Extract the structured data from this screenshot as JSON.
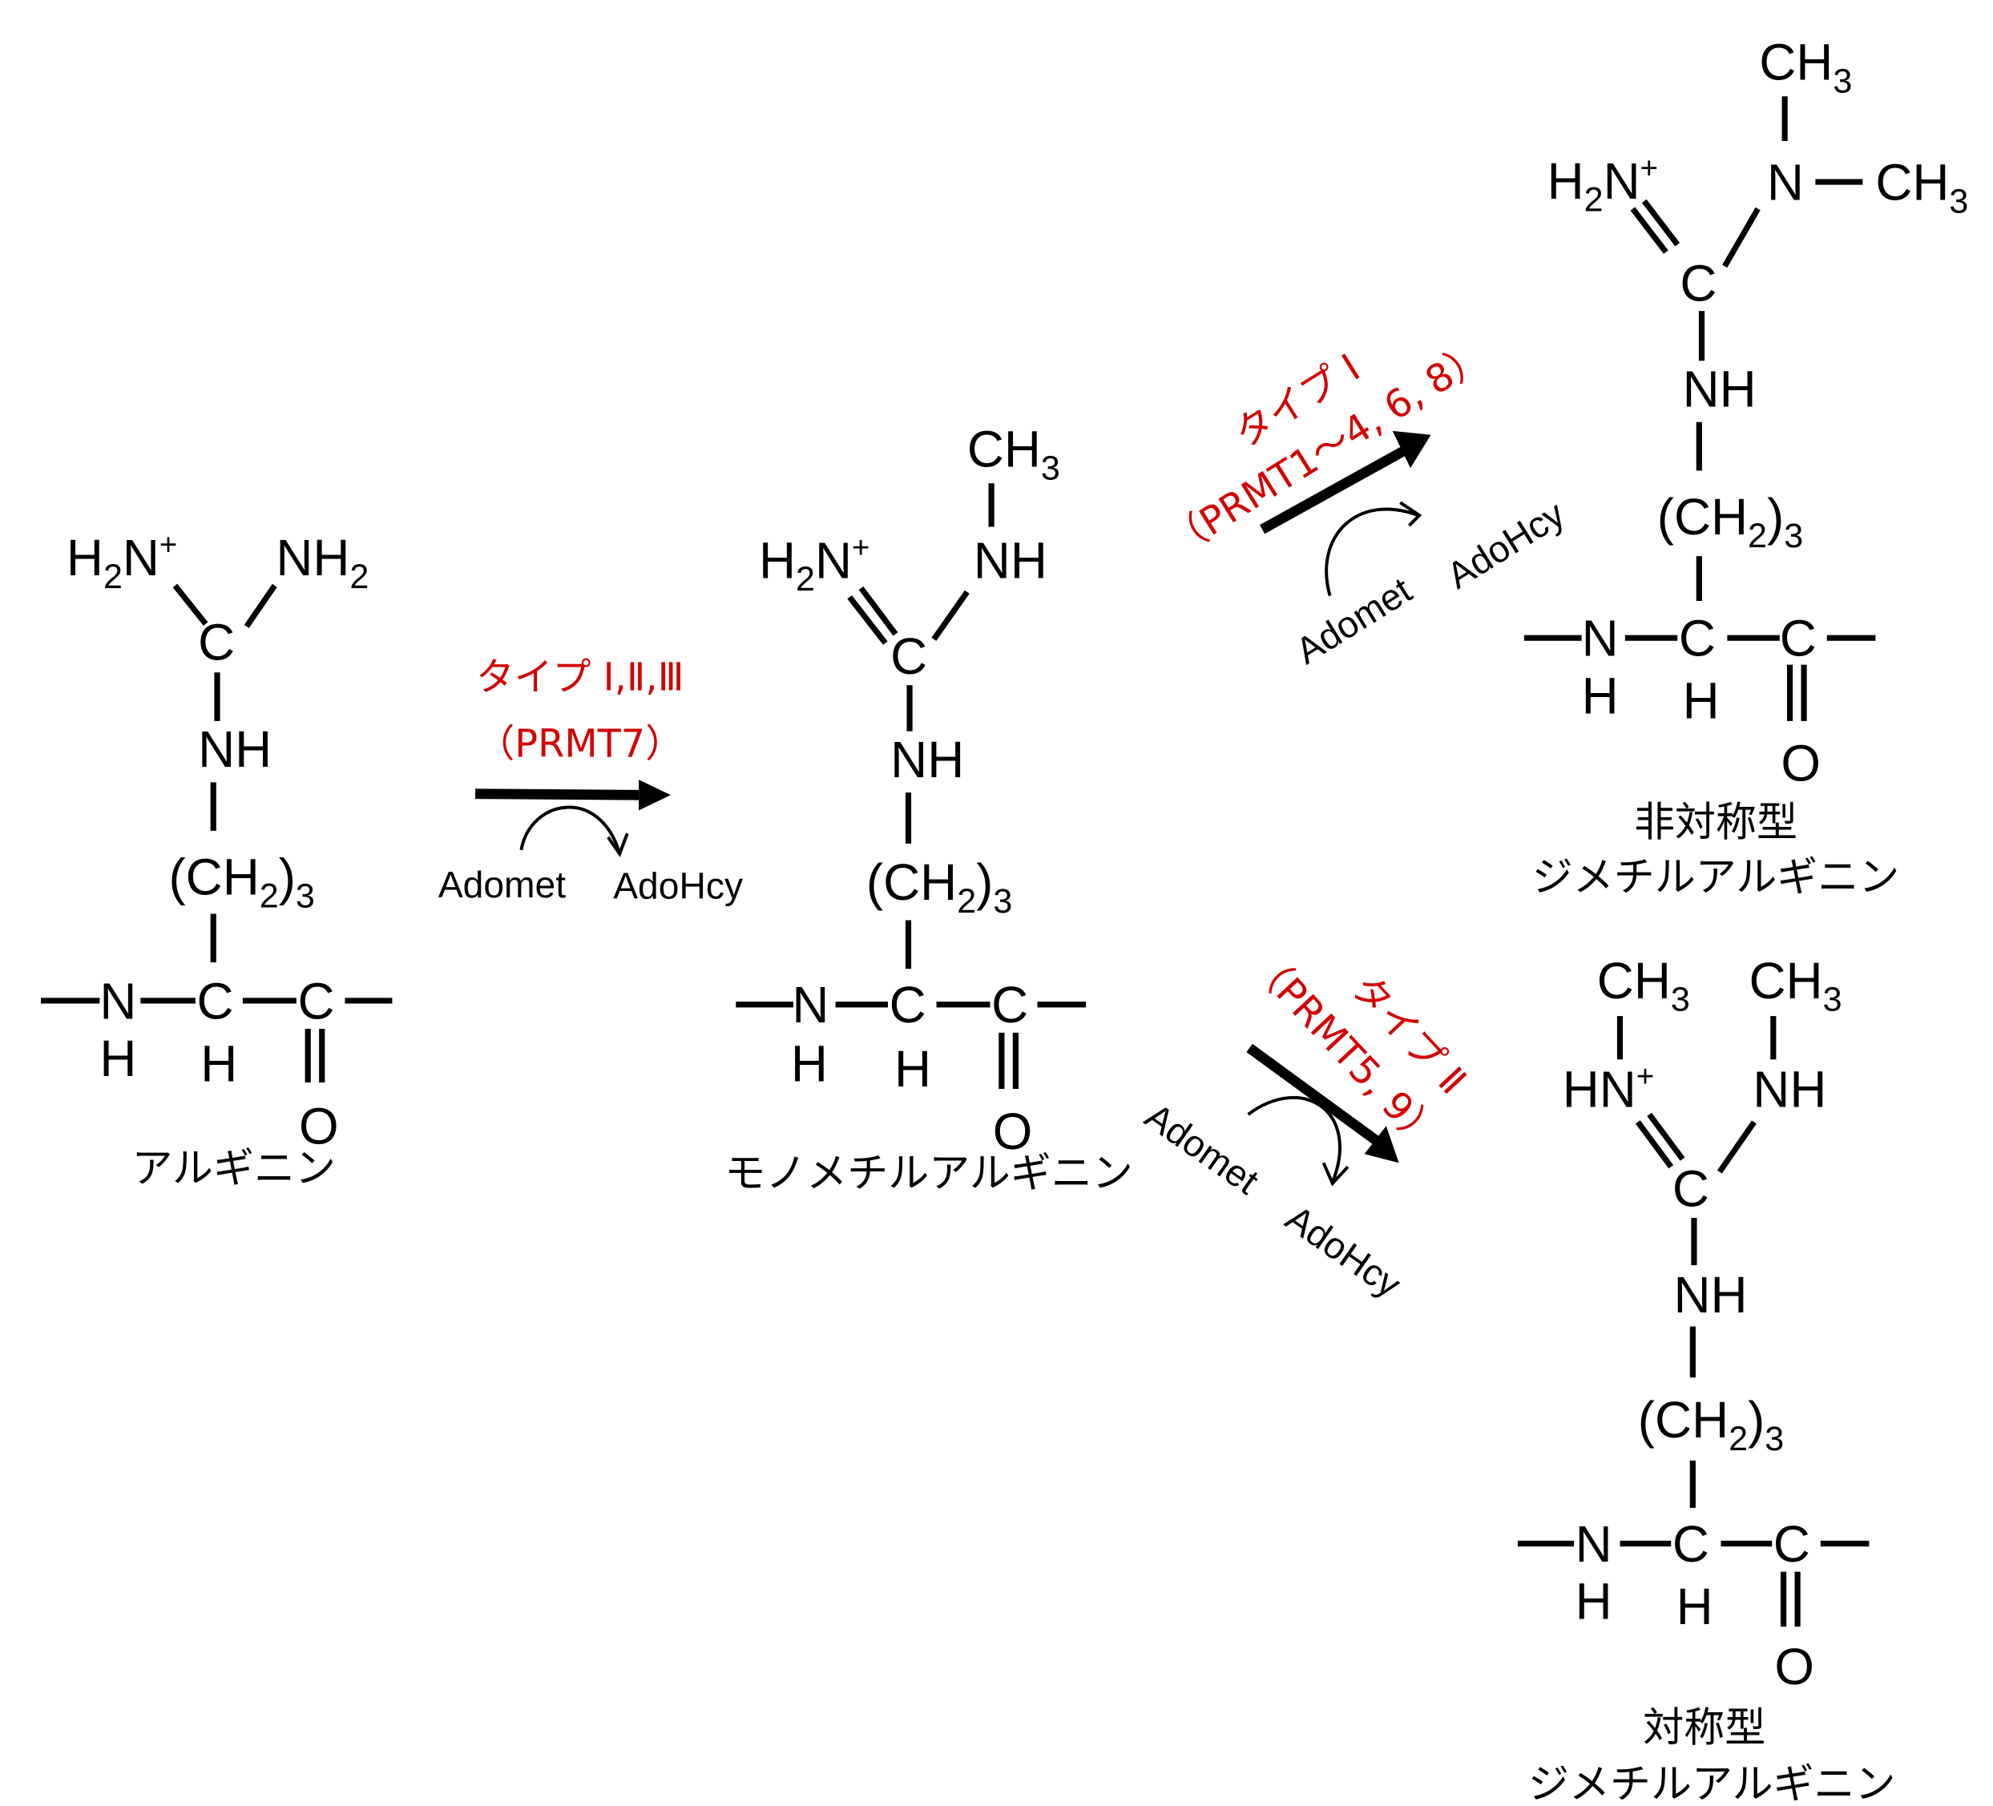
{
  "colors": {
    "enzyme_label": "#d40000",
    "structure": "#000000",
    "background": "#ffffff"
  },
  "atoms": {
    "H2N_plus": "H",
    "two": "2",
    "N": "N",
    "plus": "+",
    "NH2_N": "NH",
    "C": "C",
    "NH": "NH",
    "paren_open": "(",
    "CH": "CH",
    "paren_close": ")",
    "three": "3",
    "H": "H",
    "O": "O",
    "CH3": "CH",
    "HN": "HN"
  },
  "molecules": {
    "arginine": {
      "name": "アルギニン"
    },
    "monomethyl": {
      "name": "モノメチルアルギニン"
    },
    "asymmetric": {
      "name_line1": "非対称型",
      "name_line2": "ジメチルアルギニン"
    },
    "symmetric": {
      "name_line1": "対称型",
      "name_line2": "ジメチルアルギニン"
    }
  },
  "reactions": [
    {
      "type_label": "タイプ Ⅰ,Ⅱ,Ⅲ",
      "enzymes": "（PRMT7）",
      "donor": "Adomet",
      "product": "AdoHcy"
    },
    {
      "type_label": "タイプ Ⅰ",
      "enzymes": "（PRMT1～4, 6, 8）",
      "donor": "Adomet",
      "product": "AdoHcy"
    },
    {
      "type_label": "タイプ Ⅱ",
      "enzymes": "（PRMT5, 9）",
      "donor": "Adomet",
      "product": "AdoHcy"
    }
  ]
}
